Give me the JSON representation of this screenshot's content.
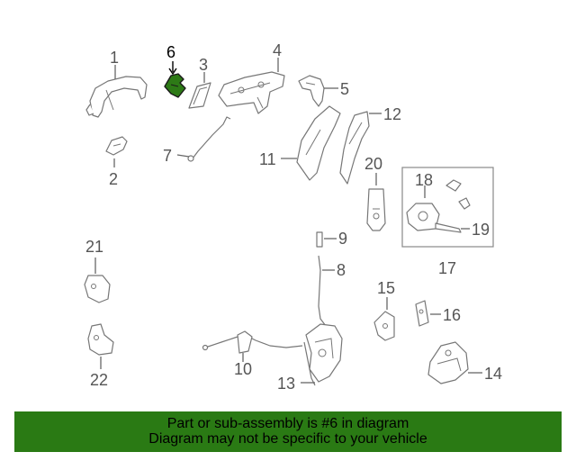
{
  "diagram": {
    "highlighted_part": "6",
    "highlight_color": "#2d7a16",
    "labels": {
      "p1": "1",
      "p2": "2",
      "p3": "3",
      "p4": "4",
      "p5": "5",
      "p6": "6",
      "p7": "7",
      "p8": "8",
      "p9": "9",
      "p10": "10",
      "p11": "11",
      "p12": "12",
      "p13": "13",
      "p14": "14",
      "p15": "15",
      "p16": "16",
      "p17": "17",
      "p18": "18",
      "p19": "19",
      "p20": "20",
      "p21": "21",
      "p22": "22"
    }
  },
  "banner": {
    "line1": "Part or sub-assembly is #6 in diagram",
    "line2": "Diagram may not be specific to your vehicle",
    "background": "#2a7a14"
  }
}
